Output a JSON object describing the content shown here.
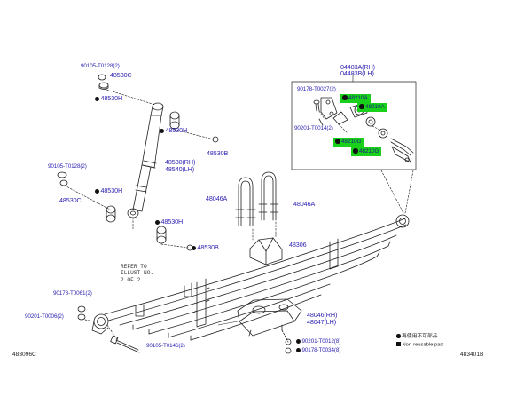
{
  "labels": {
    "l90105_top": "90105-T0128(2)",
    "l48530C_top": "48530C",
    "l48530H_1": "48530H",
    "l48530H_2": "48530H",
    "l48530B_top": "48530B",
    "l48530_rh": "48530(RH)",
    "l48540_lh": "48540(LH)",
    "l90105_mid": "90105-T0128(2)",
    "l48530H_3": "48530H",
    "l48530C_mid": "48530C",
    "l48530H_4": "48530H",
    "l48530B_bot": "48530B",
    "l48046A_l": "48046A",
    "l48046A_r": "48046A",
    "l48306": "48306",
    "l04483a": "04483A(RH)",
    "l04483b": "04483B(LH)",
    "l90178_t0027": "90178-T0027(2)",
    "l48210A_1": "48210A",
    "l48210A_2": "48210A",
    "l90201_t0014": "90201-T0014(2)",
    "l48210G_1": "48210G",
    "l48210G_2": "48210G",
    "l90178_t0061": "90178-T0061(2)",
    "l90201_t0006": "90201-T0006(2)",
    "l90105_t0146": "90105-T0146(2)",
    "l48046_rh": "48046(RH)",
    "l48047_lh": "48047(LH)",
    "l90201_t0012": "90201-T0012(8)",
    "l90178_t0034": "90178-T0034(8)"
  },
  "refer_note": "REFER TO\nILLUST NO.\n2 OF 2",
  "legend": {
    "dot_text": "再使用不可部品",
    "square_text": "Non-reusable part"
  },
  "footer": {
    "left": "483096C",
    "right": "483401B"
  }
}
